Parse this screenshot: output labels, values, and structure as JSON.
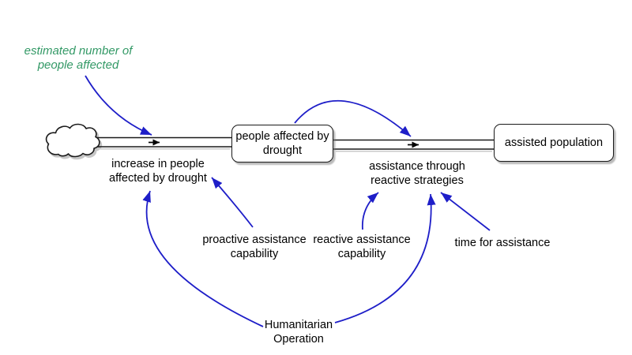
{
  "stocks": [
    {
      "label": "people affected by\ndrought"
    },
    {
      "label": "assisted population"
    }
  ],
  "flows": [
    {
      "label": "increase in people\naffected by drought"
    },
    {
      "label": "assistance through\nreactive strategies"
    }
  ],
  "variables": [
    {
      "label": "estimated number of\npeople affected",
      "color": "#339966"
    },
    {
      "label": "proactive assistance\ncapability"
    },
    {
      "label": "reactive assistance\ncapability"
    },
    {
      "label": "time for assistance"
    },
    {
      "label": "Humanitarian\nOperation"
    }
  ],
  "colors": {
    "connector_blue": "#1e1ec8",
    "variable_green": "#339966",
    "outline_black": "#1a1a1a",
    "background": "#ffffff"
  }
}
